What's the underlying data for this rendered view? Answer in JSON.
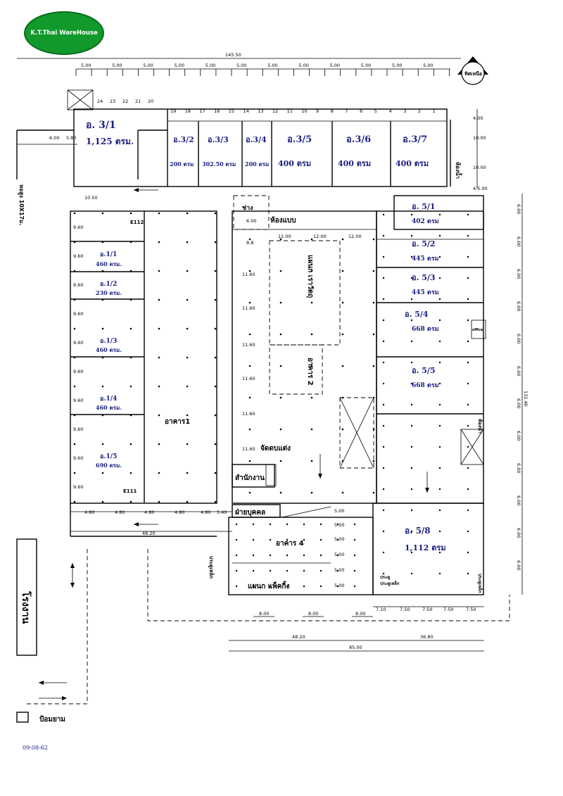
{
  "logo": {
    "text": "K.T.Thai WareHouse"
  },
  "north": {
    "label": "ทิศเหนือ"
  },
  "top_dims": {
    "total": "145.50",
    "bay": "5.00"
  },
  "zones": {
    "a31": {
      "name": "อ. 3/1",
      "area": "1,125 ตรม."
    },
    "a32": {
      "name": "อ.3/2",
      "area": "200 ตรม"
    },
    "a33": {
      "name": "อ.3/3",
      "area": "302.50 ตรม"
    },
    "a34": {
      "name": "อ.3/4",
      "area": "200 ตรม"
    },
    "a35": {
      "name": "อ.3/5",
      "area": "400 ตรม"
    },
    "a36": {
      "name": "อ.3/6",
      "area": "400 ตรม"
    },
    "a37": {
      "name": "อ.3/7",
      "area": "400 ตรม"
    },
    "a11": {
      "name": "อ.1/1",
      "area": "460 ตรม."
    },
    "a12": {
      "name": "อ.1/2",
      "area": "230 ตรม."
    },
    "a13": {
      "name": "อ.1/3",
      "area": "460 ตรม."
    },
    "a14": {
      "name": "อ.1/4",
      "area": "460 ตรม."
    },
    "a15": {
      "name": "อ.1/5",
      "area": "690 ตรม."
    },
    "a51": {
      "name": "อ. 5/1",
      "area": "402 ตรม"
    },
    "a52": {
      "name": "อ. 5/2",
      "area": "445 ตรม"
    },
    "a53": {
      "name": "อ. 5/3",
      "area": "445 ตรม"
    },
    "a54": {
      "name": "อ. 5/4",
      "area": "668 ตรม"
    },
    "a55": {
      "name": "อ. 5/5",
      "area": "668 ตรม"
    },
    "a58": {
      "name": "อ. 5/8",
      "area": "1,112 ตรม"
    }
  },
  "labels": {
    "building1": "อาคาร1",
    "building2": "อาคาร 2",
    "building4": "อาคาร 4",
    "room_model": "ห้องแบบ",
    "mechanic": "ช่าง",
    "office": "สำนักงาน",
    "personnel": "ฝ่ายบุคคล",
    "packing": "แผนก แพ็คกิ้ง",
    "sorting": "จัดดบแต่ง",
    "inspection": "แผนก เราวัตถุ",
    "toilet": "ห้องน้ำ",
    "factory": "โรงงาน",
    "guard": "ป้อมยาม",
    "tank": "หอสูง 10X17ม.",
    "office_small": "office",
    "iron_door": "ประตูเหล็ก",
    "door_label": "ประตูเหล็ก",
    "gate": "ประตู",
    "e112": "E112",
    "e111": "E111"
  },
  "dims": {
    "d600": "6.00",
    "d580": "5.80",
    "d1050": "10.50",
    "d960": "9.60",
    "d1200": "12.00",
    "d88": "8.8",
    "d1160": "11.60",
    "d480": "4.80",
    "d540": "5.40",
    "d4820": "48.20",
    "d500": "5.00",
    "d800": "8.00",
    "d3680": "36.80",
    "d8500": "85.00",
    "d710": "7.10",
    "d750": "7.50",
    "d13240": "132.40",
    "d400": "4.00",
    "d1000": "10.00",
    "d450": "4.5.00"
  },
  "footer": {
    "date": "09-08-62"
  }
}
